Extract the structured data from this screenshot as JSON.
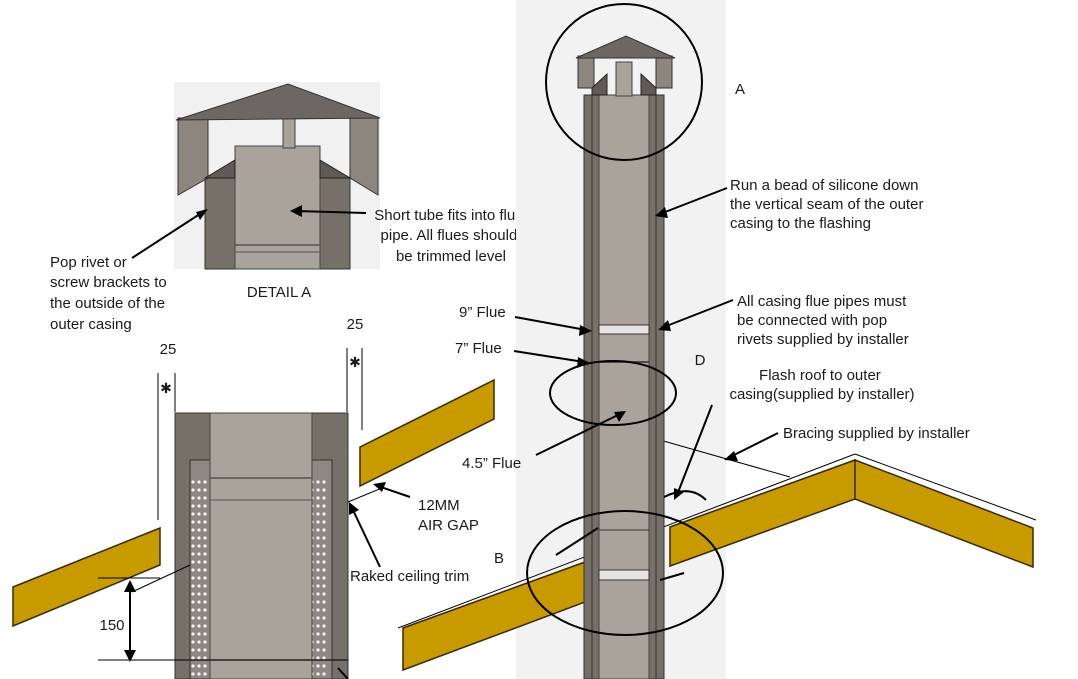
{
  "labels": {
    "pop_rivet": [
      "Pop rivet or",
      "screw brackets to",
      "the outside of the",
      "outer casing"
    ],
    "short_tube": [
      "Short tube fits into flue",
      "pipe. All flues should",
      "be trimmed level"
    ],
    "detail_a": "DETAIL A",
    "dim_25_left": "25",
    "dim_25_right": "25",
    "dim_150": "150",
    "air_gap": [
      "12MM",
      "AIR GAP"
    ],
    "raked_trim": "Raked ceiling trim",
    "circle_a": "A",
    "circle_b": "B",
    "circle_d": "D",
    "silicone": [
      "Run a bead of silicone down",
      "the vertical seam of the outer",
      "casing to the flashing"
    ],
    "flue_9": "9” Flue",
    "flue_7": "7” Flue",
    "flue_45": "4.5” Flue",
    "casing_pipes": [
      "All casing flue pipes must",
      "be connected with pop",
      "rivets supplied by installer"
    ],
    "flash_roof": [
      "Flash roof to outer",
      "casing(supplied by installer)"
    ],
    "bracing": "Bracing supplied by installer"
  },
  "colors": {
    "roof_wood": "#c79a00",
    "casing": "#777068",
    "flue_light": "#a9a39c",
    "background_panel": "#f2f2f2"
  }
}
